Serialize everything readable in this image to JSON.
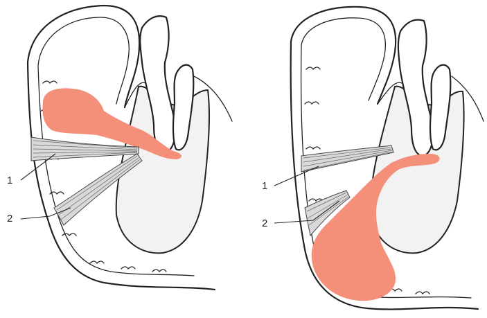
{
  "panels": [
    {
      "id": "left",
      "labels": [
        {
          "text": "1"
        },
        {
          "text": "2"
        }
      ]
    },
    {
      "id": "right",
      "labels": [
        {
          "text": "1"
        },
        {
          "text": "2"
        }
      ]
    }
  ],
  "colors": {
    "abscess": "#f4907a",
    "bone": "#f2f2f2",
    "muscle": "#d9d9d9",
    "outline": "#222222"
  }
}
